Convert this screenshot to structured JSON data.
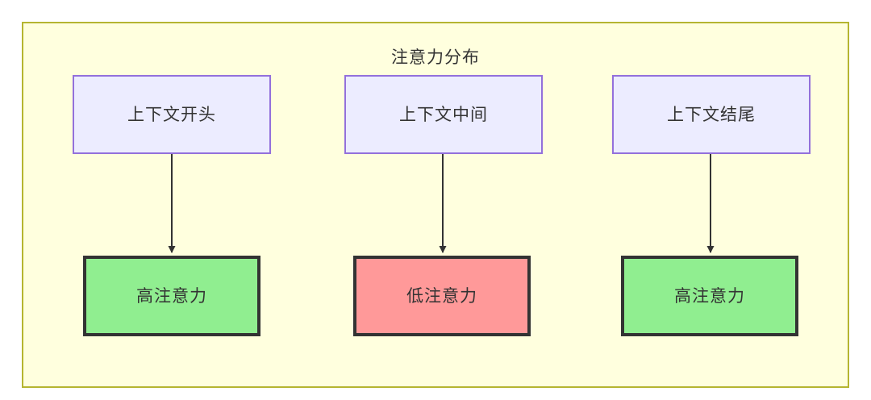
{
  "diagram": {
    "title": "注意力分布",
    "frame_color": "#b5b531",
    "frame_fill": "#ffffde",
    "text_color": "#333333",
    "context_node_fill": "#ececff",
    "context_node_border": "#9370db",
    "high_attention_fill": "#90ee90",
    "low_attention_fill": "#ff9999",
    "outcome_node_border": "#333333",
    "edge_color": "#333333",
    "nodes": {
      "context_start": "上下文开头",
      "context_middle": "上下文中间",
      "context_end": "上下文结尾",
      "outcome_start": "高注意力",
      "outcome_middle": "低注意力",
      "outcome_end": "高注意力"
    },
    "edges": [
      {
        "from": "上下文开头",
        "to": "高注意力",
        "label": ""
      },
      {
        "from": "上下文中间",
        "to": "低注意力",
        "label": ""
      },
      {
        "from": "上下文结尾",
        "to": "高注意力",
        "label": ""
      }
    ]
  }
}
